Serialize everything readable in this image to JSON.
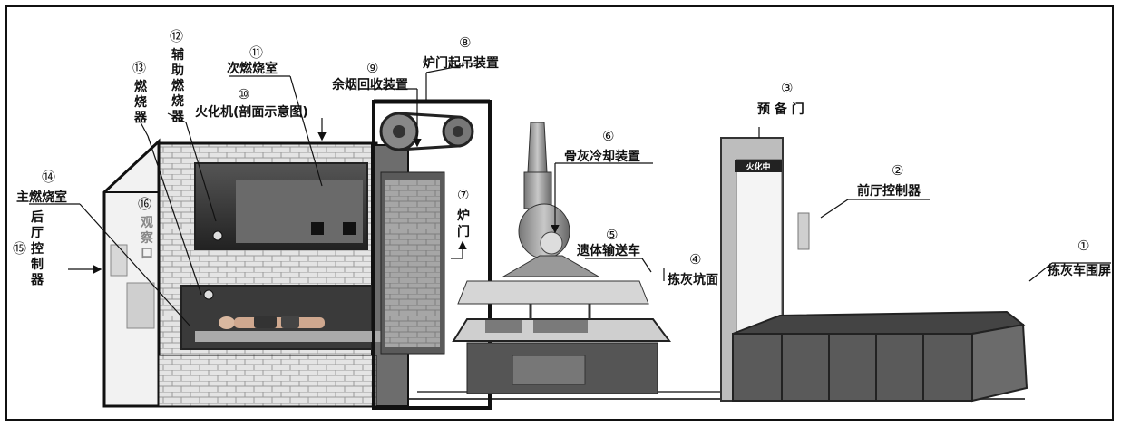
{
  "labels": {
    "n1": "①",
    "t1": "拣灰车围屏",
    "n2": "②",
    "t2": "前厅控制器",
    "n3": "③",
    "t3": "预 备 门",
    "n4": "④",
    "t4": "拣灰坑面",
    "n5": "⑤",
    "t5": "遗体输送车",
    "n6": "⑥",
    "t6": "骨灰冷却装置",
    "n7": "⑦",
    "t7a": "炉",
    "t7b": "门",
    "n8": "⑧",
    "t8": "炉门起吊装置",
    "n9": "⑨",
    "t9": "余烟回收装置",
    "n10": "⑩",
    "t10": "火化机(剖面示意图)",
    "n11": "⑪",
    "t11": "次燃烧室",
    "n12": "⑫",
    "t12a": "辅",
    "t12b": "助",
    "t12c": "燃",
    "t12d": "烧",
    "t12e": "器",
    "n13": "⑬",
    "t13a": "燃",
    "t13b": "烧",
    "t13c": "器",
    "n14": "⑭",
    "t14": "主燃烧室",
    "n15": "⑮",
    "t15a": "后",
    "t15b": "厅",
    "t15c": "控",
    "t15d": "制",
    "t15e": "器",
    "n16": "⑯",
    "t16a": "观",
    "t16b": "察",
    "t16c": "口"
  },
  "door_sign": "火化中"
}
